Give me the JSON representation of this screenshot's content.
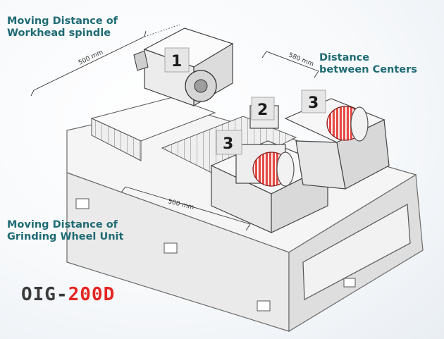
{
  "labels": {
    "workhead_line1": "Moving Distance of",
    "workhead_line2": "Workhead spindle",
    "centers_line1": "Distance",
    "centers_line2": "between Centers",
    "wheel_line1": "Moving Distance of",
    "wheel_line2": "Grinding Wheel Unit"
  },
  "dimensions": {
    "workhead_travel": "500 mm",
    "centers_distance": "580 mm",
    "wheel_travel": "500 mm"
  },
  "markers": [
    "1",
    "2",
    "3",
    "3"
  ],
  "model": {
    "prefix": "OIG-",
    "number": "200D"
  },
  "colors": {
    "label_teal": "#1f6b74",
    "model_gray": "#3a3a3a",
    "model_red": "#e32622",
    "motor_red": "#d63a3a"
  }
}
